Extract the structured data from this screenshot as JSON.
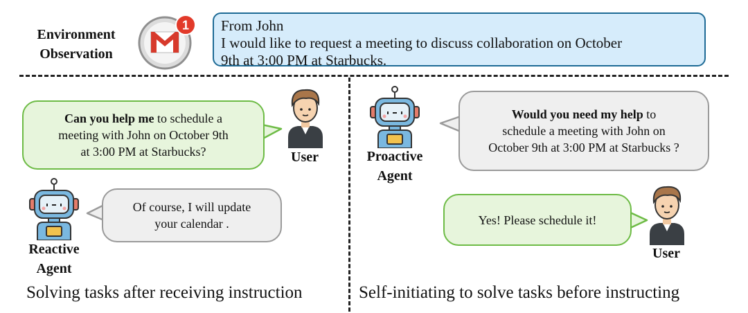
{
  "environment": {
    "label_line1": "Environment",
    "label_line2": "Observation",
    "notification_count": "1",
    "email_line1": "From John",
    "email_line2": "I would like to request a meeting to discuss collaboration on October",
    "email_line3": "9th at 3:00 PM at Starbucks."
  },
  "left_panel": {
    "user_bubble_bold": "Can you help me",
    "user_bubble_rest1": " to schedule a",
    "user_bubble_line2": "meeting with John on October 9th",
    "user_bubble_line3": "at 3:00 PM at Starbucks?",
    "user_label": "User",
    "agent_bubble_line1": "Of course, I will update",
    "agent_bubble_line2": "your calendar .",
    "agent_label_line1": "Reactive",
    "agent_label_line2": "Agent",
    "caption": "Solving tasks after receiving instruction"
  },
  "right_panel": {
    "agent_bubble_bold": "Would you need my help",
    "agent_bubble_rest1": " to",
    "agent_bubble_line2": "schedule a meeting with John on",
    "agent_bubble_line3": "October 9th at 3:00 PM at Starbucks ?",
    "agent_label_line1": "Proactive",
    "agent_label_line2": "Agent",
    "user_bubble": "Yes! Please schedule it!",
    "user_label": "User",
    "caption": "Self-initiating to solve tasks before instructing"
  },
  "colors": {
    "email_fill": "#d6ecfb",
    "email_border": "#1d6a95",
    "user_bubble_fill": "#e7f5dc",
    "user_bubble_border": "#6dbb45",
    "agent_bubble_fill": "#efefef",
    "agent_bubble_border": "#9a9a9a"
  },
  "icons": {
    "gmail": "gmail-icon",
    "user": "user-avatar-icon",
    "robot": "robot-icon"
  }
}
